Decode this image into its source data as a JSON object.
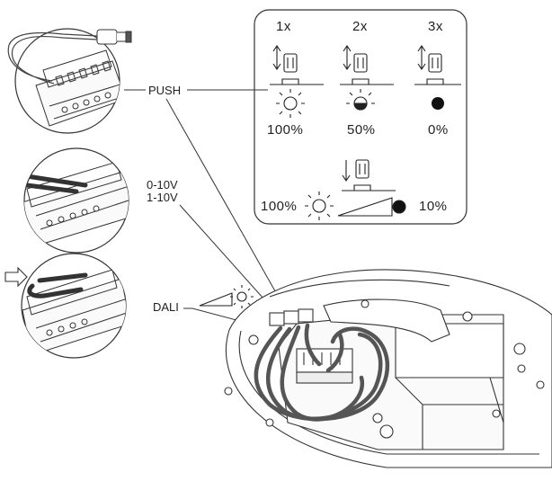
{
  "labels": {
    "push": "PUSH",
    "voltage_0_10": "0-10V",
    "voltage_1_10": "1-10V",
    "dali": "DALI"
  },
  "push_panel": {
    "presses": [
      "1x",
      "2x",
      "3x"
    ],
    "levels": [
      "100%",
      "50%",
      "0%"
    ],
    "hold_range_start": "100%",
    "hold_range_end": "10%"
  },
  "icons": [
    "push-button-icon",
    "sun-full-icon",
    "sun-half-icon",
    "dark-dot-icon",
    "dim-ramp-icon"
  ],
  "colors": {
    "line": "#333333",
    "cable": "#555555",
    "background": "#ffffff"
  }
}
